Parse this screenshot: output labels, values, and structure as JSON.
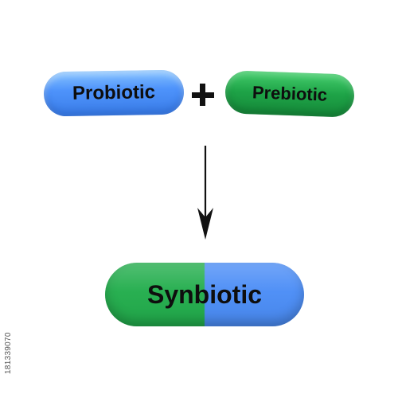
{
  "diagram": {
    "left_pill": {
      "label": "Probiotic",
      "color": "#4e93fb"
    },
    "operator": {
      "symbol": "+",
      "icon": "plus-icon"
    },
    "right_pill": {
      "label": "Prebiotic",
      "color": "#1ea347"
    },
    "arrow": {
      "icon": "down-arrow-icon",
      "direction": "down"
    },
    "result_pill": {
      "label": "Synbiotic",
      "left_color": "#22ad4c",
      "right_color": "#4b8df6"
    }
  },
  "stock_id": "181339070"
}
